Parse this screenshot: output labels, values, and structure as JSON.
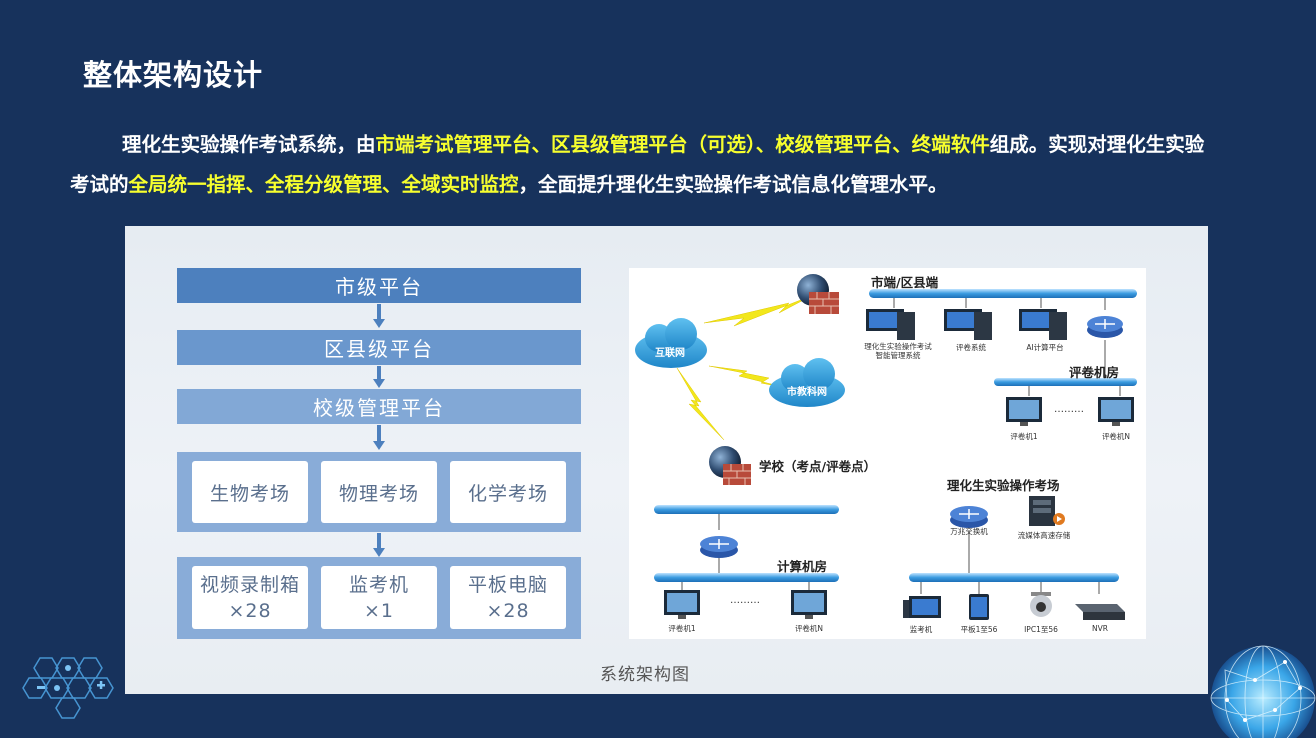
{
  "slide": {
    "title": "整体架构设计",
    "intro": {
      "p1": "理化生实验操作考试系统，由",
      "h1": "市端考试管理平台、区县级管理平台（可选）、校级管理平台、终端软件",
      "p2": "组成。实现对理化生实验考试的",
      "h2": "全局统一指挥、全程分级管理、全域实时监控",
      "p3": "，全面提升理化生实验操作考试信息化管理水平。"
    },
    "colors": {
      "background": "#17325c",
      "highlight": "#f7ff2e",
      "flow_dark": "#4d80be",
      "flow_light": "#89acd8"
    }
  },
  "flow": {
    "levels": [
      "市级平台",
      "区县级平台",
      "校级管理平台"
    ],
    "exam_rooms": [
      "生物考场",
      "物理考场",
      "化学考场"
    ],
    "devices": [
      {
        "name": "视频录制箱",
        "count": "×28"
      },
      {
        "name": "监考机",
        "count": "×1"
      },
      {
        "name": "平板电脑",
        "count": "×28"
      }
    ],
    "caption": "系统架构图"
  },
  "network": {
    "city_label": "市端/区县端",
    "city_nodes": [
      "理化生实验操作考试\n智能管理系统",
      "评卷系统",
      "AI计算平台"
    ],
    "grading_room": "评卷机房",
    "grading_nodes": [
      "评卷机1",
      "评卷机N"
    ],
    "ellipsis": "………",
    "internet": "互联网",
    "edu_net": "市教科网",
    "school": "学校（考点/评卷点）",
    "computer_room": "计算机房",
    "computer_nodes": [
      "评卷机1",
      "评卷机N"
    ],
    "exam_site": "理化生实验操作考场",
    "switch": "万兆交换机",
    "storage": "流媒体高速存储",
    "exam_nodes": [
      "监考机",
      "平板1至56",
      "IPC1至56",
      "NVR"
    ]
  },
  "icons": [
    "globe-firewall-icon",
    "cloud-icon",
    "lightning-icon",
    "server-icon",
    "router-icon",
    "monitor-icon",
    "tablet-icon",
    "camera-icon",
    "nvr-icon",
    "medical-hexagon-icon",
    "globe-network-icon"
  ]
}
